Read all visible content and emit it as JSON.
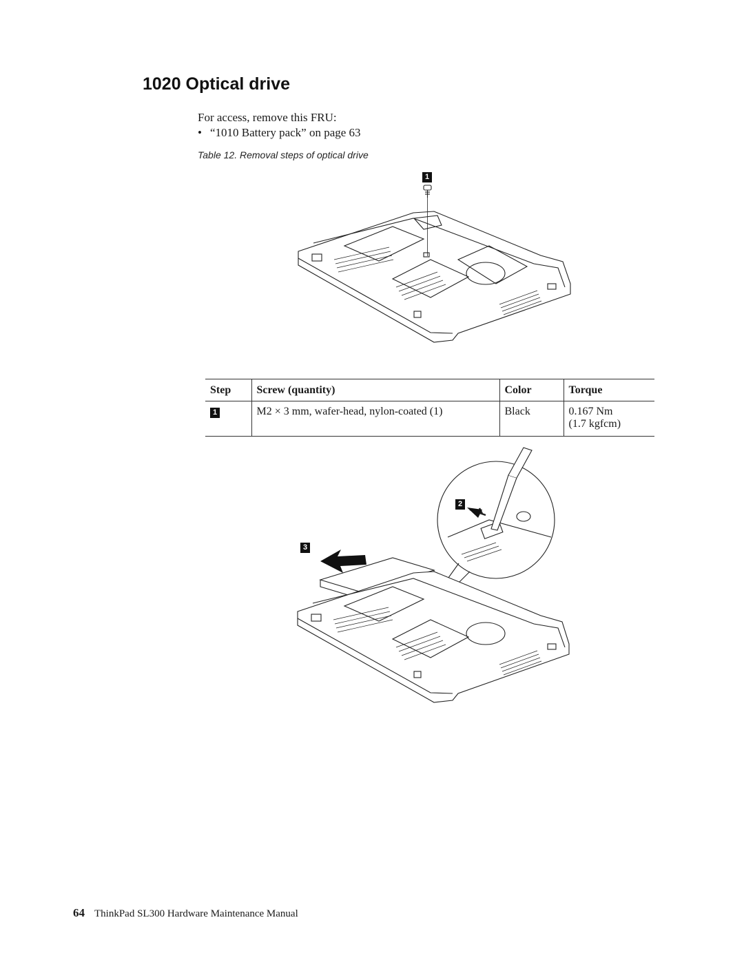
{
  "section": {
    "title": "1020 Optical drive"
  },
  "access": {
    "intro": "For access, remove this FRU:",
    "bullet": "•",
    "items": [
      "“1010 Battery pack” on page 63"
    ]
  },
  "table_caption": "Table 12. Removal steps of optical drive",
  "figure1": {
    "callout": "1"
  },
  "figure2": {
    "callouts": [
      "2",
      "3"
    ]
  },
  "screw_table": {
    "headers": [
      "Step",
      "Screw (quantity)",
      "Color",
      "Torque"
    ],
    "rows": [
      {
        "step": "1",
        "screw": "M2 × 3 mm, wafer-head, nylon-coated (1)",
        "color": "Black",
        "torque_nm": "0.167 Nm",
        "torque_kgf": "(1.7 kgfcm)"
      }
    ]
  },
  "footer": {
    "page_number": "64",
    "manual_title": "ThinkPad SL300 Hardware Maintenance Manual"
  }
}
